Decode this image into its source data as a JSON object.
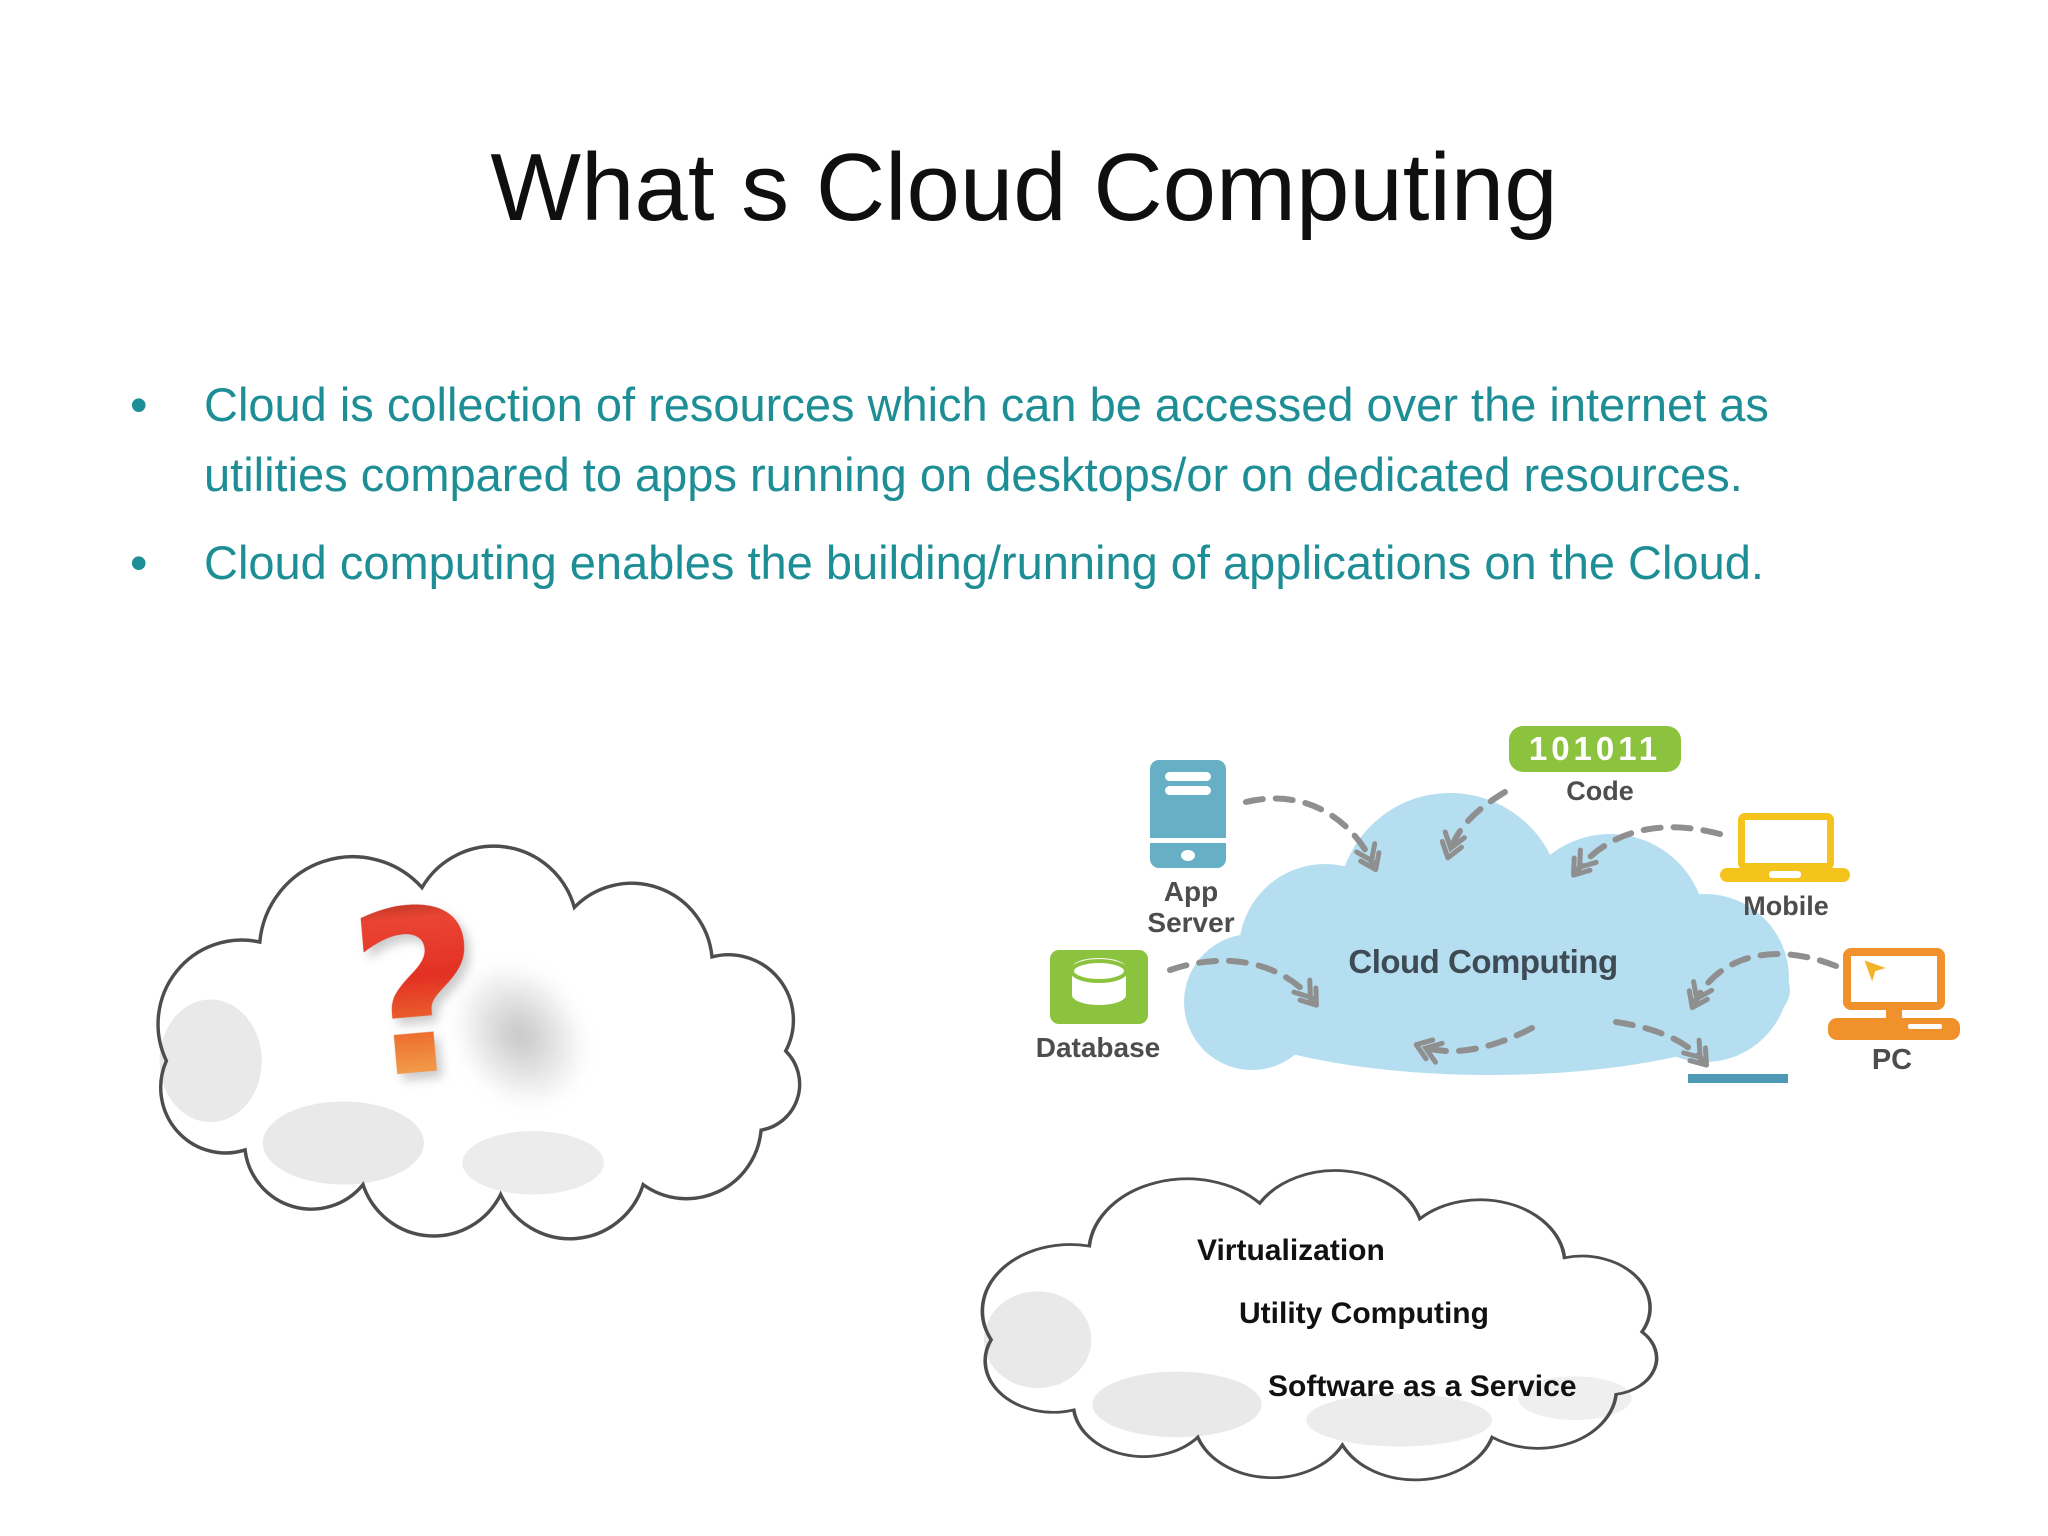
{
  "slide": {
    "title": "What s Cloud Computing",
    "bullets": [
      "Cloud is collection of resources which can be accessed over the internet as\nutilities compared to apps running on desktops/or on dedicated resources.",
      "Cloud computing enables the building/running of applications on the Cloud."
    ]
  },
  "question_cloud": {
    "question_mark": "?"
  },
  "diagram": {
    "cloud_label": "Cloud Computing",
    "code_value": "101011",
    "labels": {
      "app_server": "App\nServer",
      "database": "Database",
      "code": "Code",
      "mobile": "Mobile",
      "pc": "PC"
    }
  },
  "service_cloud": {
    "items": [
      "Virtualization",
      "Utility Computing",
      "Software as a Service"
    ]
  },
  "colors": {
    "bullet_text": "#1e8e96",
    "title_text": "#0f0f0f",
    "server_teal": "#66afc4",
    "green": "#8cc33e",
    "cloud_blue": "#b5dff0",
    "laptop_yellow": "#f5c41c",
    "pc_orange": "#f0912c",
    "line_blue": "#4e9ab5",
    "label_gray": "#4d4d4d",
    "arrow_gray": "#8f8f8f",
    "question_red": "#e33124"
  }
}
